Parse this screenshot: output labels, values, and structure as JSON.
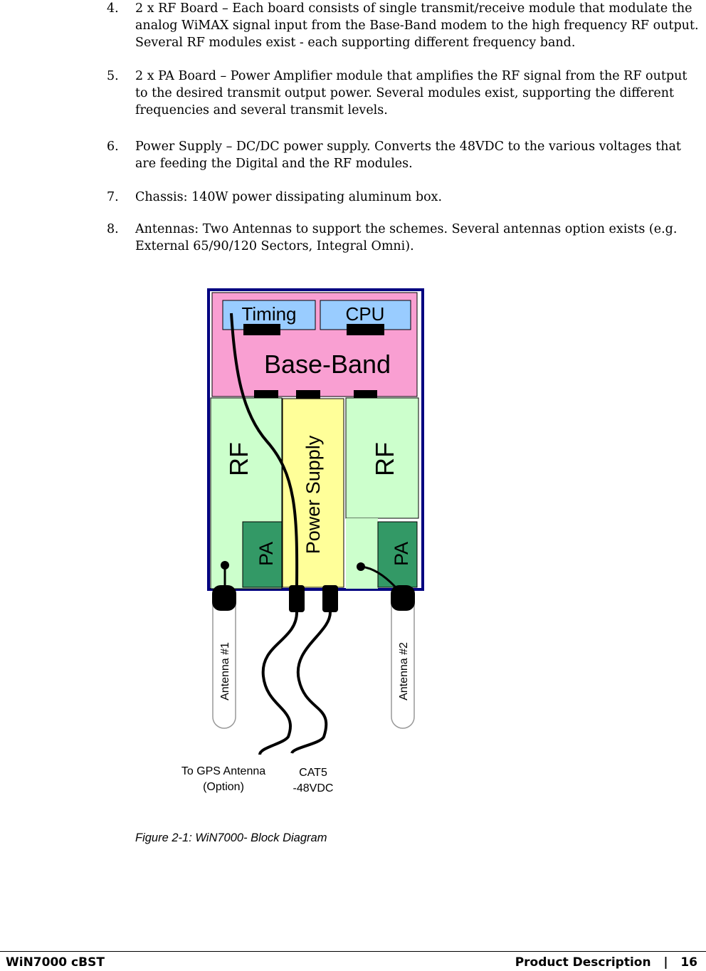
{
  "list_items": [
    {
      "num": "4.",
      "text": "2 x RF Board – Each board consists of single transmit/receive module that modulate the analog WiMAX signal input from the Base-Band modem to the high frequency RF output. Several RF modules exist - each supporting different frequency band."
    },
    {
      "num": "5.",
      "text": "2 x PA Board – Power Amplifier module that amplifies the RF signal from the RF output to the desired transmit output power. Several modules exist, supporting the different frequencies and several transmit levels."
    },
    {
      "num": "6.",
      "text": "Power Supply – DC/DC power supply. Converts the 48VDC to the various voltages that are feeding the Digital and the RF modules."
    },
    {
      "num": "7.",
      "text": "Chassis: 140W power dissipating aluminum box."
    },
    {
      "num": "8.",
      "text": "Antennas: Two Antennas to support the schemes. Several antennas option exists (e.g. External 65/90/120 Sectors, Integral Omni)."
    }
  ],
  "diagram": {
    "timing": "Timing",
    "cpu": "CPU",
    "baseband": "Base-Band",
    "rf_left": "RF",
    "rf_right": "RF",
    "power_supply": "Power Supply",
    "pa_left": "PA",
    "pa_right": "PA",
    "antenna1": "Antenna #1",
    "antenna2": "Antenna #2",
    "gps_line1": "To GPS Antenna",
    "gps_line2": "(Option)",
    "cat5_line1": "CAT5",
    "cat5_line2": "-48VDC",
    "colors": {
      "baseband": "#f99fd2",
      "timing_cpu": "#99ccff",
      "rf": "#ccffcc",
      "power_supply": "#ffff99",
      "pa": "#339966",
      "chassis_border": "#000080"
    }
  },
  "caption": "Figure 2-1: WiN7000- Block Diagram",
  "footer": {
    "left": "WiN7000 cBST",
    "section": "Product Description",
    "separator": "|",
    "page": "16"
  }
}
